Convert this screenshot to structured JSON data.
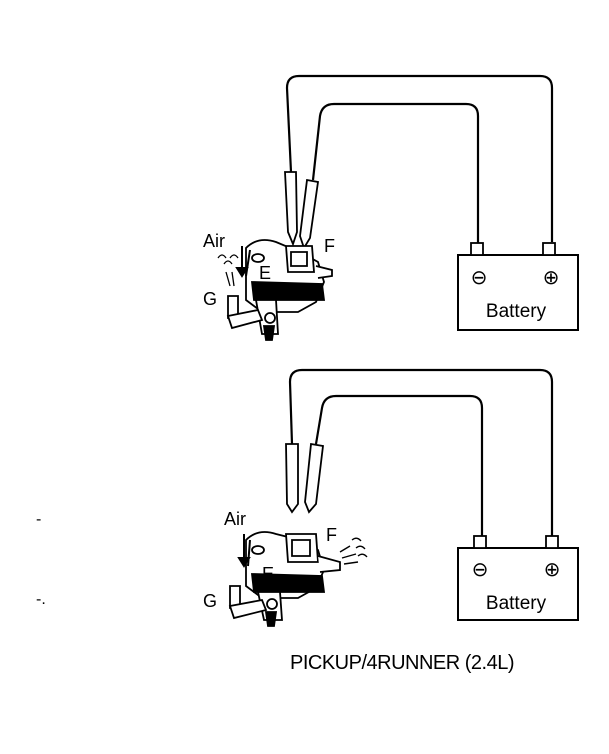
{
  "top_diagram": {
    "air_label": "Air",
    "port_e_label": "E",
    "port_f_label": "F",
    "port_g_label": "G",
    "battery_label": "Battery",
    "battery_negative": "⊖",
    "battery_positive": "⊕"
  },
  "bottom_diagram": {
    "air_label": "Air",
    "port_e_label": "E",
    "port_f_label": "F",
    "port_g_label": "G",
    "battery_label": "Battery",
    "battery_negative": "⊖",
    "battery_positive": "⊕"
  },
  "margin_marks": {
    "first": "-",
    "second": "-."
  },
  "caption": "PICKUP/4RUNNER (2.4L)"
}
